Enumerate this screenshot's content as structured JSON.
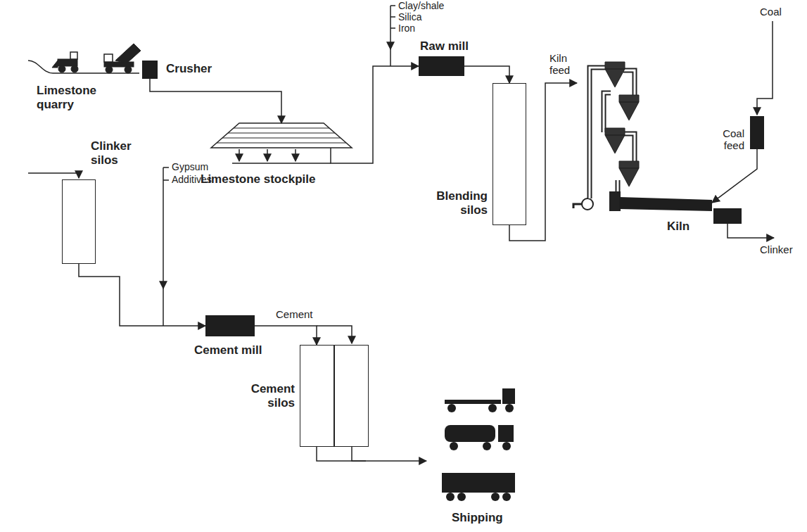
{
  "diagram": {
    "nodes": [
      {
        "text": [
          "Limestone quarry"
        ]
      },
      {
        "text": [
          "Crusher"
        ]
      },
      {
        "text": [
          "Limestone stockpile"
        ]
      },
      {
        "text": [
          "Raw mill"
        ]
      },
      {
        "text": [
          "Blending silos"
        ]
      },
      {
        "text": [
          "Kiln"
        ]
      },
      {
        "text": [
          "Coal feed"
        ]
      },
      {
        "text": [
          "Clinker silos"
        ]
      },
      {
        "text": [
          "Cement mill"
        ]
      },
      {
        "text": [
          "Cement silos"
        ]
      },
      {
        "text": [
          "Shipping"
        ]
      }
    ],
    "edges": [
      {
        "from": 1,
        "to": 2,
        "arrow": "to"
      },
      {
        "from": 2,
        "to": 3,
        "arrow": "to"
      },
      {
        "from": 3,
        "to": 4,
        "arrow": "to"
      },
      {
        "from": 4,
        "to": 5,
        "arrow": "to"
      },
      {
        "from": 6,
        "to": 5,
        "arrow": "to"
      },
      {
        "from": 7,
        "to": 8,
        "arrow": "to"
      },
      {
        "from": 8,
        "to": 9,
        "arrow": "to"
      },
      {
        "from": 9,
        "to": 10,
        "arrow": "to"
      }
    ],
    "labels": [
      "Clay/shale",
      "Silica",
      "Iron",
      "Kiln feed",
      "Coal",
      "Clinker",
      "Gypsum",
      "Additives",
      "Cement"
    ]
  }
}
